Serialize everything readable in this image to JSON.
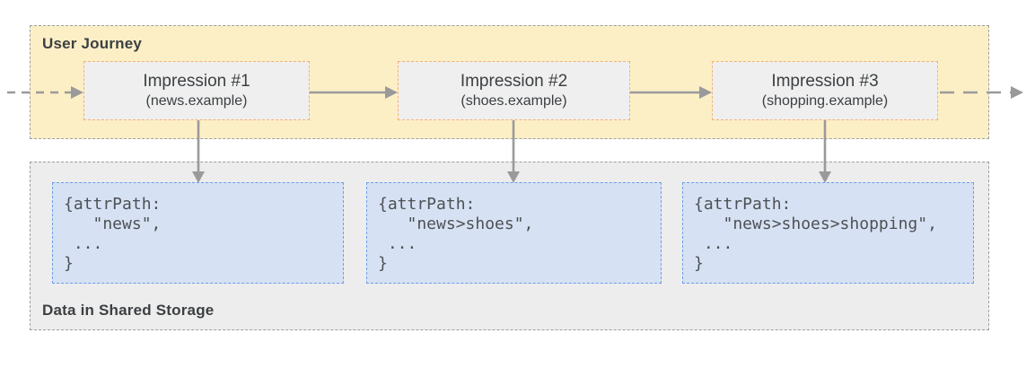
{
  "journey": {
    "label": "User Journey",
    "impressions": [
      {
        "title": "Impression #1",
        "site": "(news.example)"
      },
      {
        "title": "Impression #2",
        "site": "(shoes.example)"
      },
      {
        "title": "Impression #3",
        "site": "(shopping.example)"
      }
    ]
  },
  "storage": {
    "label": "Data in Shared Storage",
    "records": [
      {
        "code": "{attrPath:\n   \"news\",\n ...\n}"
      },
      {
        "code": "{attrPath:\n   \"news>shoes\",\n ...\n}"
      },
      {
        "code": "{attrPath:\n   \"news>shoes>shopping\",\n ...\n}"
      }
    ]
  },
  "colors": {
    "journey-bg": "#FCEFC6",
    "panel-border": "#9AA0A6",
    "impression-border": "#F6B26B",
    "impression-bg": "#EFEFEF",
    "storage-bg": "#EDEDED",
    "record-bg": "#D6E2F3",
    "record-border": "#6D9EEB",
    "arrow": "#9A9A9A",
    "text": "#3C4043",
    "code-text": "#4D5156"
  }
}
